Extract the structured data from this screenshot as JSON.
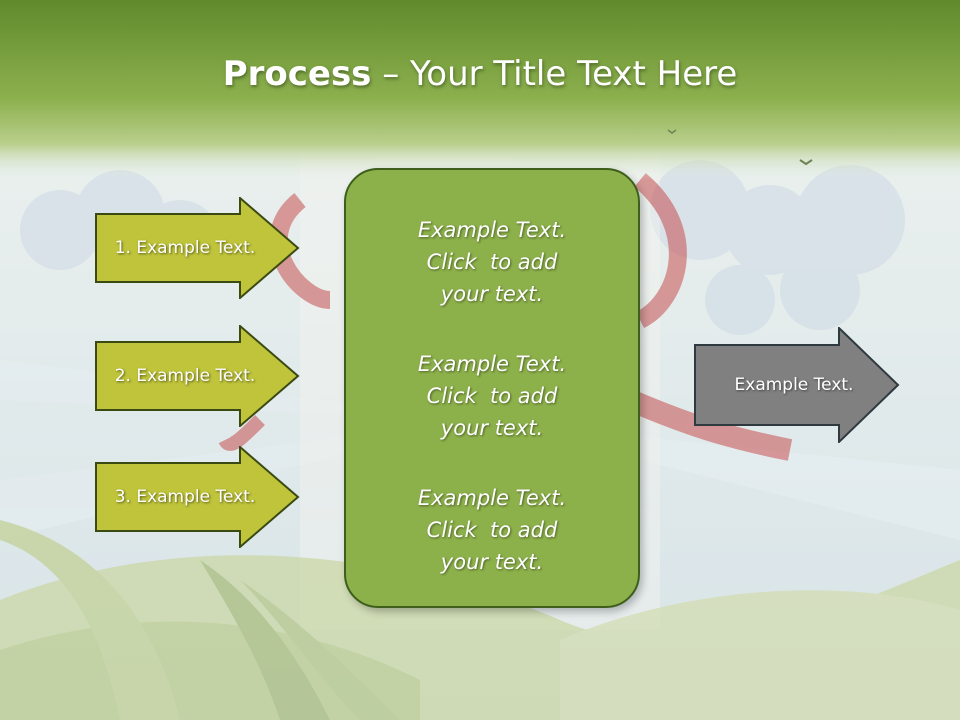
{
  "colors": {
    "header_green": "#7aa23d",
    "arrow_fill": "#bfc43a",
    "arrow_border": "#3b4a12",
    "center_box_fill": "#8cb04a",
    "output_arrow_fill": "#808080"
  },
  "slide": {
    "title_bold": "Process",
    "title_rest": " – Your Title Text Here"
  },
  "steps": [
    {
      "label": "1. Example Text."
    },
    {
      "label": "2. Example Text."
    },
    {
      "label": "3. Example Text."
    }
  ],
  "center": {
    "paragraphs": [
      {
        "line1": "Example Text.",
        "line2": "Click  to add",
        "line3": "your text."
      },
      {
        "line1": "Example Text.",
        "line2": "Click  to add",
        "line3": "your text."
      },
      {
        "line1": "Example Text.",
        "line2": "Click  to add",
        "line3": "your text."
      }
    ]
  },
  "output": {
    "label": "Example Text."
  }
}
